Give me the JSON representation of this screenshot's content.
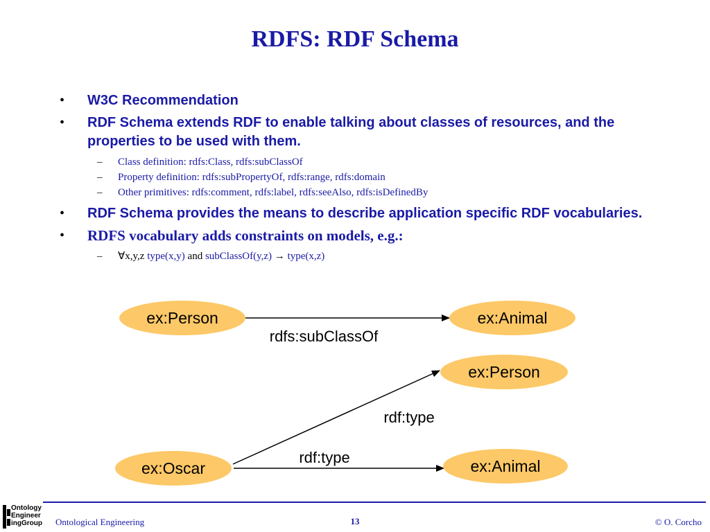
{
  "slide": {
    "title": "RDFS: RDF Schema",
    "bullets": [
      {
        "text": "W3C Recommendation"
      },
      {
        "text": "RDF Schema extends RDF to enable talking about classes of resources, and the properties to be used with them."
      },
      {
        "text": "RDF Schema provides the means to describe application specific RDF vocabularies."
      },
      {
        "text": "RDFS vocabulary adds constraints on models, e.g.:"
      }
    ],
    "subbullets": [
      "Class definition: rdfs:Class, rdfs:subClassOf",
      "Property definition: rdfs:subPropertyOf, rdfs:range, rdfs:domain",
      "Other primitives: rdfs:comment, rdfs:label, rdfs:seeAlso, rdfs:isDefinedBy"
    ],
    "rule": {
      "forall": "∀x,y,z",
      "type_xy": "type(x,y)",
      "and": "and",
      "subclass_yz": "subClassOf(y,z)",
      "arrow": "→",
      "type_xz": "type(x,z)"
    }
  },
  "diagram": {
    "node_fill": "#fdc867",
    "nodes": {
      "person_top": "ex:Person",
      "animal_top": "ex:Animal",
      "person_right": "ex:Person",
      "oscar": "ex:Oscar",
      "animal_bottom": "ex:Animal"
    },
    "edges": {
      "subclass": "rdfs:subClassOf",
      "type_person": "rdf:type",
      "type_animal": "rdf:type"
    }
  },
  "footer": {
    "logo_lines": [
      "Ontology",
      "Engineer",
      "ingGroup"
    ],
    "left": "Ontological Engineering",
    "page": "13",
    "right": "© O. Corcho"
  },
  "colors": {
    "accent": "#1a1aa6"
  }
}
